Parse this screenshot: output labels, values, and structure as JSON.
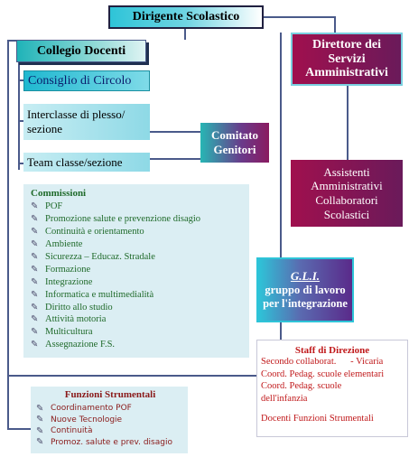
{
  "dirigente": "Dirigente Scolastico",
  "collegio": "Collegio Docenti",
  "direttore": "Direttore dei Servizi Amministrativi",
  "consiglio": "Consiglio di Circolo",
  "interclasse": "Interclasse di plesso/ sezione",
  "comitato": "Comitato Genitori",
  "team": "Team classe/sezione",
  "assistenti": "Assistenti Amministrativi Collaboratori Scolastici",
  "commissioni": {
    "title": "Commissioni",
    "items": [
      "POF",
      "Promozione salute e  prevenzione disagio",
      "Continuità e orientamento",
      "Ambiente",
      "Sicurezza – Educaz. Stradale",
      "Formazione",
      "Integrazione",
      "Informatica e multimedialità",
      "Diritto allo studio",
      "Attività motoria",
      "Multicultura",
      "Assegnazione F.S."
    ]
  },
  "gli": {
    "acronym": "G.L.I.",
    "text": "gruppo di lavoro per l'integrazione"
  },
  "staff": {
    "title": "Staff di Direzione",
    "line1": "Secondo collaborat.      - Vicaria",
    "line2": "Coord. Pedag. scuole elementari",
    "line3": "Coord. Pedag. scuole dell'infanzia",
    "line4": "Docenti Funzioni Strumentali"
  },
  "funzioni": {
    "title": "Funzioni Strumentali",
    "items": [
      "Coordinamento POF",
      "Nuove Tecnologie",
      "Continuità",
      "Promoz. salute e prev. disagio"
    ]
  },
  "icons": {
    "bullet": "pencil-icon"
  },
  "colors": {
    "wine": "#a0104e",
    "cyan": "#2ec4d8",
    "light": "#dbeef3",
    "comm_text": "#1f6a2a",
    "funz_text": "#8a1a1a",
    "staff_text": "#c0181a"
  }
}
